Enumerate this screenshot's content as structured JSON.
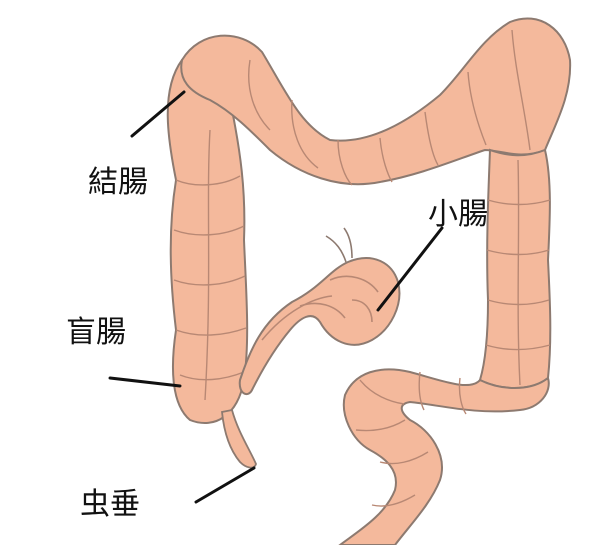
{
  "labels": {
    "colon": "結腸",
    "small_intestine": "小腸",
    "cecum": "盲腸",
    "appendix": "虫垂"
  },
  "colors": {
    "background": "#ffffff",
    "organ_fill": "#f4b99c",
    "organ_shade": "#e8a383",
    "organ_outline": "#8d7a70",
    "leader_line": "#111111"
  }
}
